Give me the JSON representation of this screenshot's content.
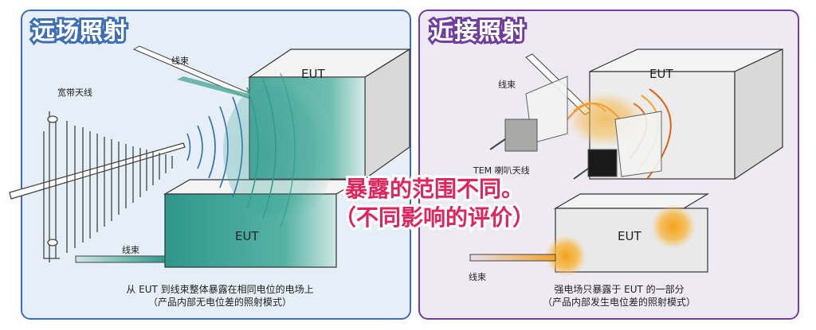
{
  "left_panel": {
    "title": "远场照射",
    "antenna_label": "宽带天线",
    "cable_label_top": "线束",
    "cable_label_bottom": "线束",
    "eut_top": "EUT",
    "eut_bottom": "EUT",
    "caption_line1": "从 EUT 到线束整体暴露在相同电位的电场上",
    "caption_line2": "（产品内部无电位差的照射模式）",
    "accent_color": "#3d6fb6",
    "field_color": "#2f9a8c"
  },
  "right_panel": {
    "title": "近接照射",
    "cable_label_top": "线束",
    "cable_label_bottom": "线束",
    "antenna_label": "TEM 喇叭天线",
    "eut_top": "EUT",
    "eut_bottom": "EUT",
    "caption_line1": "强电场只暴露于 EUT 的一部分",
    "caption_line2": "（产品内部发生电位差的照射模式）",
    "accent_color": "#6f3ea0",
    "field_color": "#f0a020"
  },
  "center_message": {
    "line1": "暴露的范围不同。",
    "line2": "（不同影响的评价）",
    "color": "#e0245e"
  }
}
